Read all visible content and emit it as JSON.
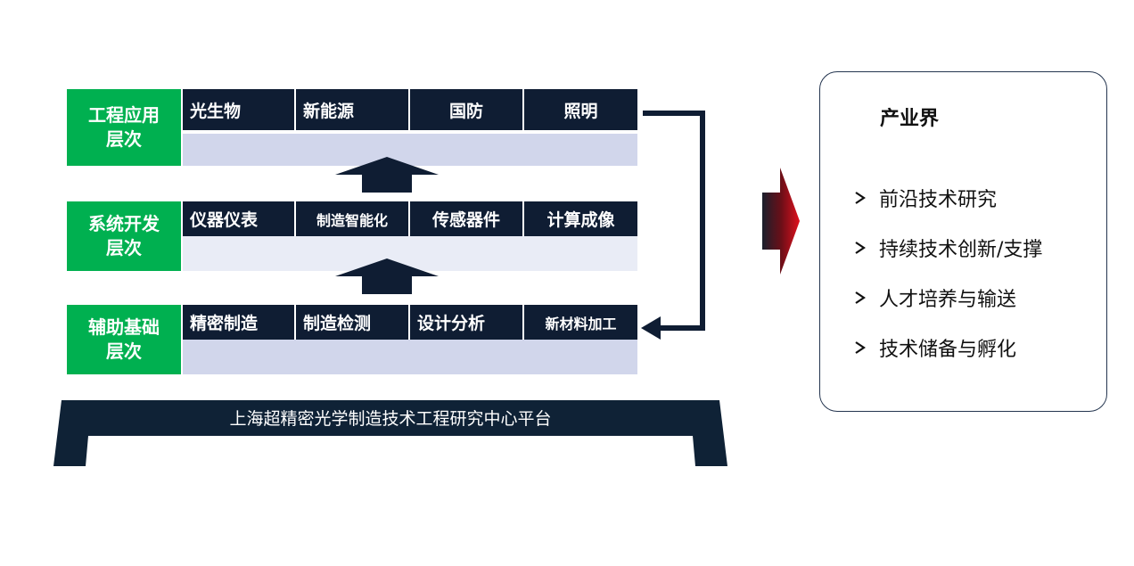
{
  "layers": [
    {
      "label_line1": "工程应用",
      "label_line2": "层次",
      "band": "dark",
      "cells": [
        "光生物",
        "新能源",
        "国防",
        "照明"
      ]
    },
    {
      "label_line1": "系统开发",
      "label_line2": "层次",
      "band": "light",
      "cells": [
        "仪器仪表",
        "制造智能化",
        "传感器件",
        "计算成像"
      ]
    },
    {
      "label_line1": "辅助基础",
      "label_line2": "层次",
      "band": "dark",
      "cells": [
        "精密制造",
        "制造检测",
        "设计分析",
        "新材料加工"
      ]
    }
  ],
  "platform": {
    "label": "上海超精密光学制造技术工程研究中心平台"
  },
  "industry_panel": {
    "title": "产业界",
    "items": [
      "前沿技术研究",
      "持续技术创新/支撑",
      "人才培养与输送",
      "技术储备与孵化"
    ]
  },
  "colors": {
    "label_green": "#00b050",
    "cell_navy": "#0f1d33",
    "band_dark": "#d1d6eb",
    "band_light": "#e9ecf6",
    "arrow_red": "#d4101b"
  }
}
